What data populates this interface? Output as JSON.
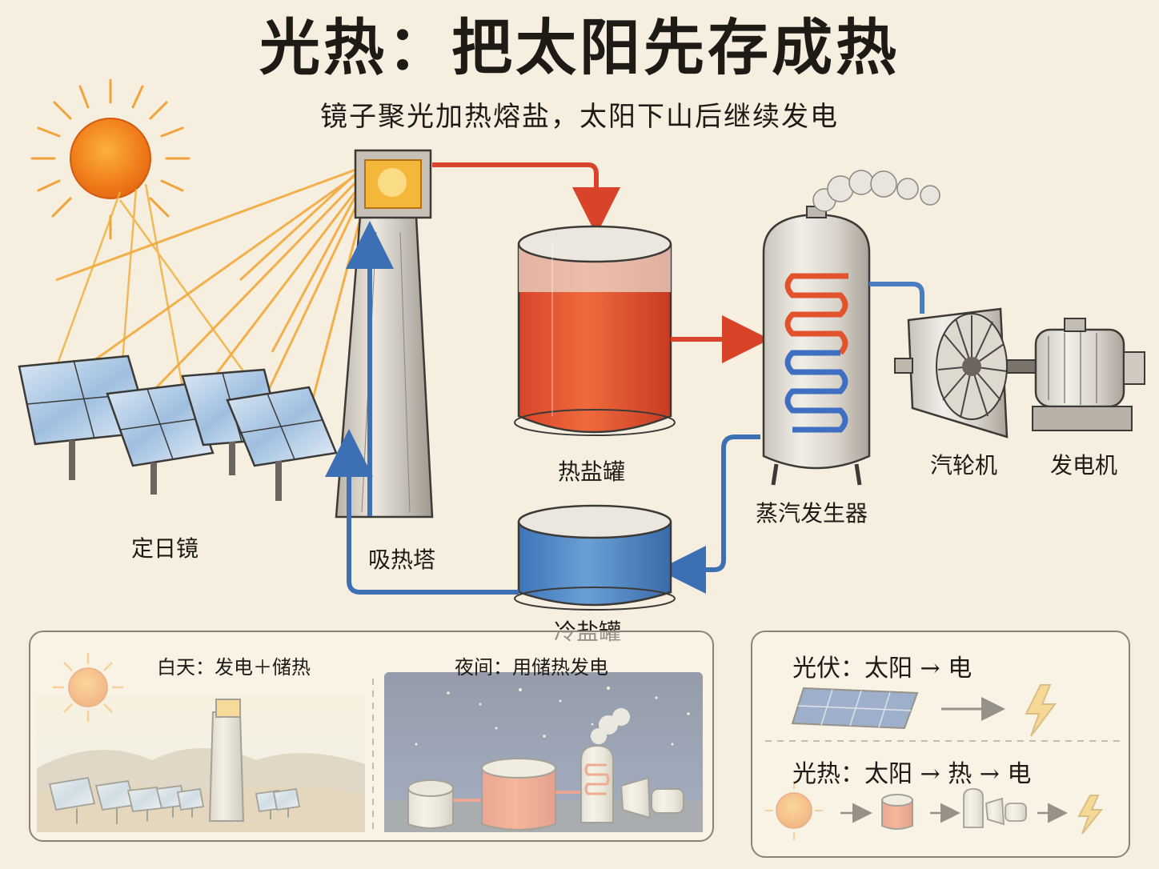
{
  "header": {
    "title": "光热：把太阳先存成热",
    "subtitle": "镜子聚光加热熔盐，太阳下山后继续发电"
  },
  "diagram": {
    "labels": {
      "heliostat": "定日镜",
      "tower": "吸热塔",
      "hot_tank": "热盐罐",
      "cold_tank": "冷盐罐",
      "steam_generator": "蒸汽发生器",
      "turbine": "汽轮机",
      "generator": "发电机"
    }
  },
  "day_night_panel": {
    "day_label": "白天：发电＋储热",
    "night_label": "夜间：用储热发电"
  },
  "comparison_panel": {
    "pv_label": "光伏：太阳 → 电",
    "csp_label": "光热：太阳 → 热 → 电"
  },
  "colors": {
    "background": "#f6efdf",
    "hot_salt": "#e5502c",
    "cold_salt": "#4f86c6",
    "sun": "#f28a1e",
    "ink": "#1e1a16"
  }
}
